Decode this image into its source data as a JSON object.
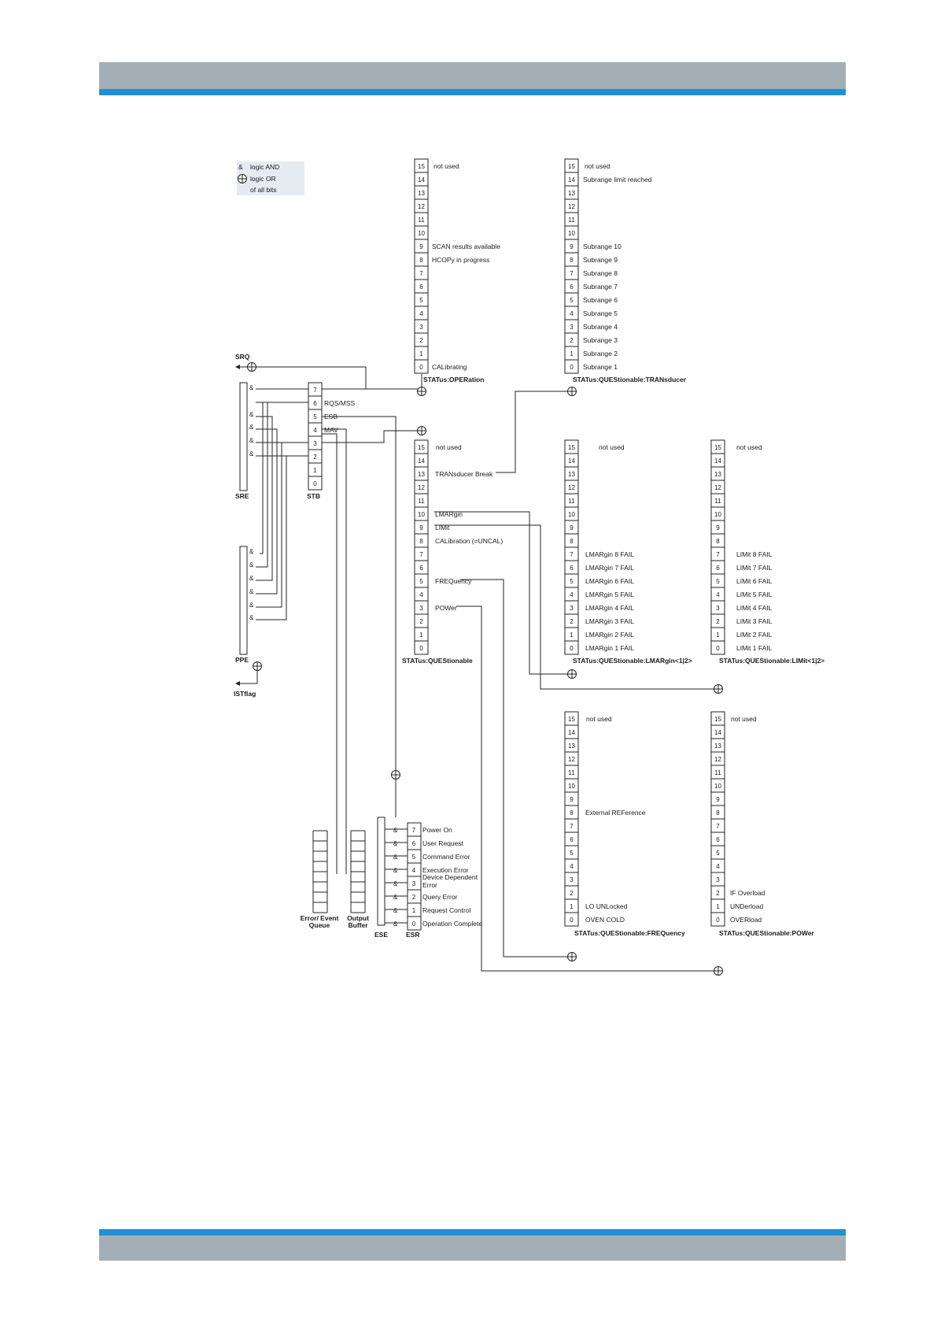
{
  "legend": {
    "and_symbol": "&",
    "and_label": "logic AND",
    "or_label": "logic OR",
    "or_sub_label": "of all bits"
  },
  "registers": {
    "operation": {
      "title": "STATus:OPERation",
      "bits": {
        "15": "not used",
        "9": "SCAN results available",
        "8": "HCOPy in progress",
        "0": "CALibrating"
      }
    },
    "transducer": {
      "title": "STATus:QUEStionable:TRANsducer",
      "bits": {
        "15": "not used",
        "14": "Subrange limit reached",
        "9": "Subrange 10",
        "8": "Subrange 9",
        "7": "Subrange 8",
        "6": "Subrange 7",
        "5": "Subrange 6",
        "4": "Subrange 5",
        "3": "Subrange 4",
        "2": "Subrange 3",
        "1": "Subrange 2",
        "0": "Subrange 1"
      }
    },
    "questionable": {
      "title": "STATus:QUEStionable",
      "bits": {
        "15": "not used",
        "13": "TRANsducer Break",
        "10": "LMARgin",
        "9": "LIMit",
        "8": "CALibration (=UNCAL)",
        "5": "FREQuency",
        "3": "POWer"
      }
    },
    "lmargin": {
      "title": "STATus:QUEStionable:LMARgin<1|2>",
      "bits": {
        "15": "not used",
        "7": "LMARgin 8 FAIL",
        "6": "LMARgin 7 FAIL",
        "5": "LMARgin 6 FAIL",
        "4": "LMARgin 5 FAIL",
        "3": "LMARgin 4 FAIL",
        "2": "LMARgin 3 FAIL",
        "1": "LMARgin 2 FAIL",
        "0": "LMARgin 1 FAIL"
      }
    },
    "limit": {
      "title": "STATus:QUEStionable:LIMit<1|2>",
      "bits": {
        "15": "not used",
        "7": "LIMit 8 FAIL",
        "6": "LIMit 7 FAIL",
        "5": "LIMit 6 FAIL",
        "4": "LIMit 5 FAIL",
        "3": "LIMit 4 FAIL",
        "2": "LIMit 3 FAIL",
        "1": "LIMit 2 FAIL",
        "0": "LIMit 1 FAIL"
      }
    },
    "frequency": {
      "title": "STATus:QUEStionable:FREQuency",
      "bits": {
        "15": "not used",
        "8": "External REFerence",
        "1": "LO UNLocked",
        "0": "OVEN COLD"
      }
    },
    "power": {
      "title": "STATus:QUEStionable:POWer",
      "bits": {
        "15": "not used",
        "2": "IF Overload",
        "1": "UNDerload",
        "0": "OVERload"
      }
    }
  },
  "stb": {
    "title": "STB",
    "bits": [
      "7",
      "6",
      "5",
      "4",
      "3",
      "2",
      "1",
      "0"
    ],
    "labels": {
      "6": "RQS/MSS",
      "5": "ESB",
      "4": "MAV"
    }
  },
  "sre": {
    "title": "SRE"
  },
  "ppe": {
    "title": "PPE"
  },
  "signals": {
    "srq": "SRQ",
    "ist": "ISTflag"
  },
  "esr": {
    "ese_title": "ESE",
    "esr_title": "ESR",
    "bits": [
      "7",
      "6",
      "5",
      "4",
      "3",
      "2",
      "1",
      "0"
    ],
    "labels": {
      "7": "Power On",
      "6": "User Request",
      "5": "Command Error",
      "4": "Execution Error",
      "3": "Device Dependent Error",
      "2": "Query Error",
      "1": "Request Control",
      "0": "Operation Complete"
    }
  },
  "queues": {
    "error_queue": "Error/ Event Queue",
    "output_buffer": "Output Buffer"
  },
  "colors": {
    "header_gray": "#a4aeb6",
    "header_blue": "#1f8fd6"
  }
}
